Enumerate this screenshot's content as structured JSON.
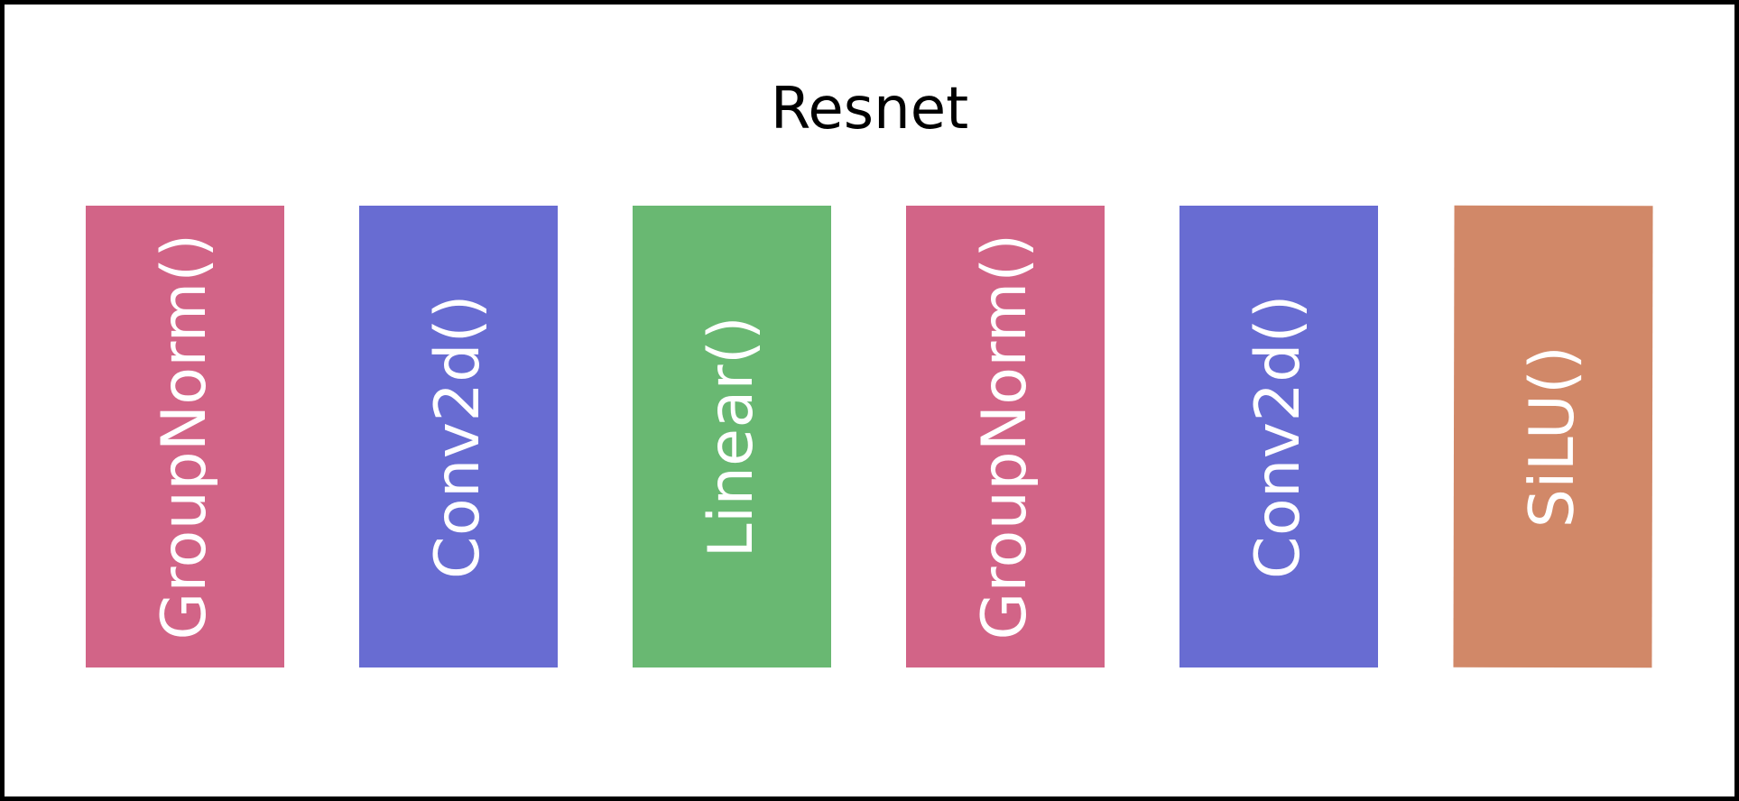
{
  "title": "Resnet",
  "blocks": [
    {
      "label": "GroupNorm()",
      "color": "#d26487"
    },
    {
      "label": "Conv2d()",
      "color": "#686cd2"
    },
    {
      "label": "Linear()",
      "color": "#69b872"
    },
    {
      "label": "GroupNorm()",
      "color": "#d26487"
    },
    {
      "label": "Conv2d()",
      "color": "#686cd2"
    },
    {
      "label": "SiLU()",
      "color": "#d18868"
    }
  ]
}
